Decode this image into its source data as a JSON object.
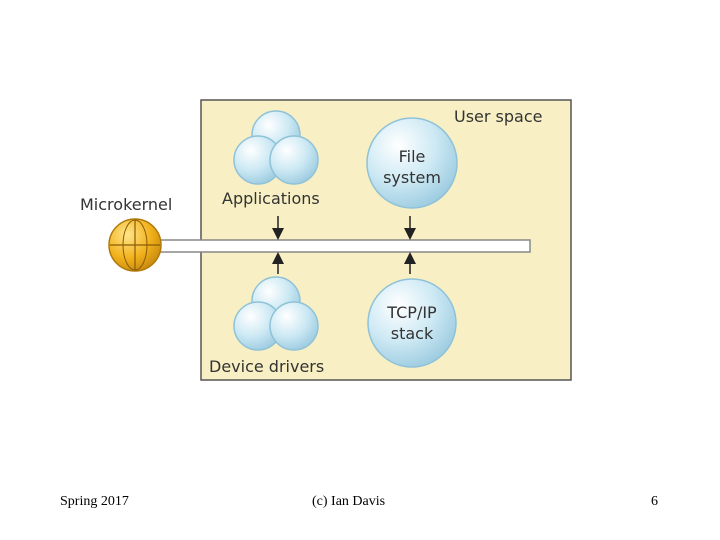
{
  "diagram": {
    "user_space_label": "User space",
    "microkernel_label": "Microkernel",
    "applications_label": "Applications",
    "device_drivers_label": "Device drivers",
    "file_system_label": [
      "File",
      "system"
    ],
    "tcpip_label": [
      "TCP/IP",
      "stack"
    ],
    "colors": {
      "user_space_fill": "#f8f0c4",
      "user_space_border": "#555555",
      "bubble_fill": "#cde9f4",
      "bubble_edge": "#8fc2d8",
      "kernel_fill": "#f2b21d",
      "kernel_edge": "#b07a0a",
      "bus_fill": "#ffffff",
      "bus_border": "#888888"
    }
  },
  "footer": {
    "left": "Spring 2017",
    "center": "(c) Ian Davis",
    "right": "6"
  }
}
